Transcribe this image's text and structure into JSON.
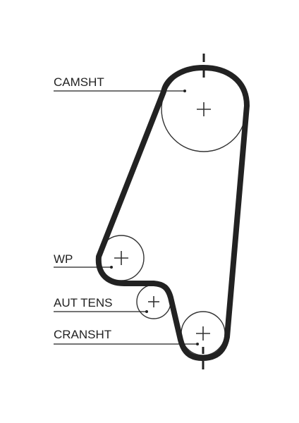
{
  "diagram": {
    "labels": {
      "camshaft": "CAMSHT",
      "water_pump": "WP",
      "auto_tensioner": "AUT TENS",
      "crankshaft": "CRANSHT"
    },
    "colors": {
      "belt": "#222222",
      "pulley_outline": "#333333",
      "leader_line": "#222222",
      "background": "#ffffff"
    },
    "icons": [
      "center-cross-icon",
      "timing-mark-icon"
    ]
  }
}
